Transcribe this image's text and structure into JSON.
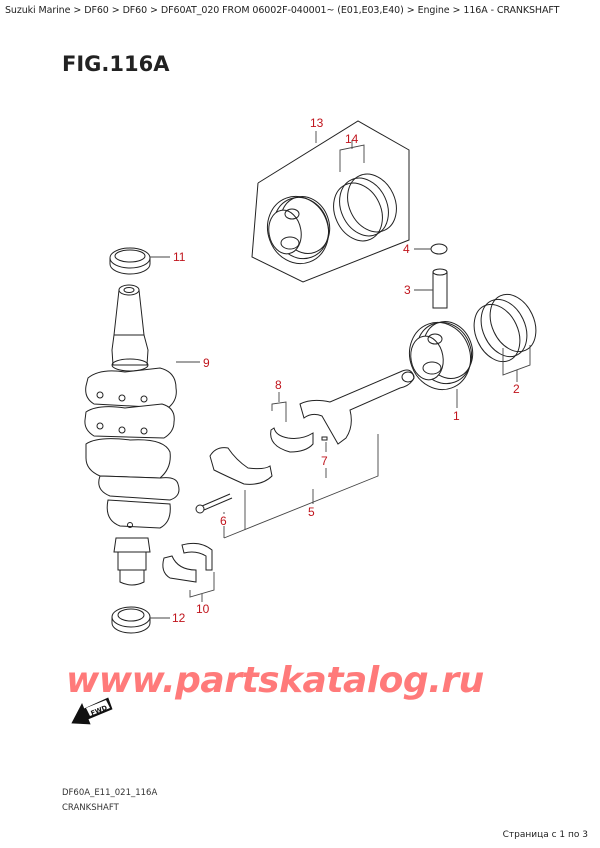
{
  "breadcrumb": [
    {
      "label": "Suzuki Marine"
    },
    {
      "label": "DF60"
    },
    {
      "label": "DF60"
    },
    {
      "label": "DF60AT_020 FROM 06002F-040001~ (E01,E03,E40)"
    },
    {
      "label": "Engine"
    },
    {
      "label": "116A - CRANKSHAFT"
    }
  ],
  "breadcrumb_separator": ">",
  "figure": {
    "title": "FIG.116A",
    "code": "DF60A_E11_021_116A",
    "name": "CRANKSHAFT"
  },
  "parts": [
    {
      "ref": "1",
      "part": "piston"
    },
    {
      "ref": "2",
      "part": "piston-ring-set"
    },
    {
      "ref": "3",
      "part": "piston-pin"
    },
    {
      "ref": "4",
      "part": "circlip"
    },
    {
      "ref": "5",
      "part": "connecting-rod-assembly"
    },
    {
      "ref": "6",
      "part": "connecting-rod-bolt"
    },
    {
      "ref": "7",
      "part": "pin"
    },
    {
      "ref": "8",
      "part": "connecting-rod-bearing"
    },
    {
      "ref": "9",
      "part": "crankshaft"
    },
    {
      "ref": "10",
      "part": "crankshaft-main-bearing"
    },
    {
      "ref": "11",
      "part": "oil-seal-upper"
    },
    {
      "ref": "12",
      "part": "oil-seal-lower"
    },
    {
      "ref": "13",
      "part": "piston-set"
    },
    {
      "ref": "14",
      "part": "piston-ring-set"
    }
  ],
  "labels": {
    "l1": "1",
    "l2": "2",
    "l3": "3",
    "l4": "4",
    "l5": "5",
    "l6": "6",
    "l7": "7",
    "l8": "8",
    "l9": "9",
    "l10": "10",
    "l11": "11",
    "l12": "12",
    "l13": "13",
    "l14": "14"
  },
  "watermark": "www.partskatalog.ru",
  "fwd_indicator": "FWD",
  "pagination": "Страница с 1 по 3",
  "colors": {
    "label": "#c0141c",
    "watermark": "#ff7a7a",
    "line": "#222222"
  }
}
